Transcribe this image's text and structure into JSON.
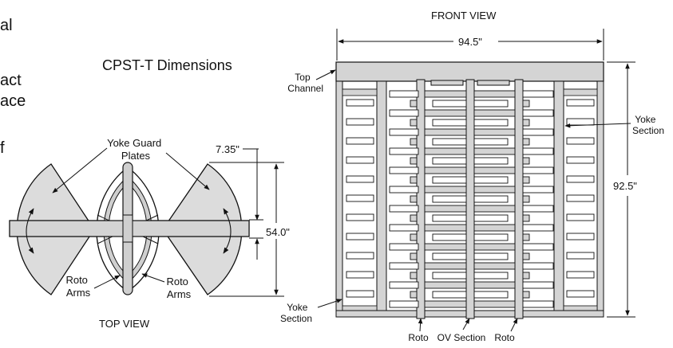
{
  "edge_text": [
    "al",
    "act",
    "ace",
    "f"
  ],
  "top_view": {
    "title": "CPST-T Dimensions",
    "caption": "TOP VIEW",
    "yoke_guard_label": [
      "Yoke Guard",
      "Plates"
    ],
    "dim_depth": "7.35\"",
    "dim_width": "54.0\"",
    "roto_arms_left": [
      "Roto",
      "Arms"
    ],
    "roto_arms_right": [
      "Roto",
      "Arms"
    ]
  },
  "front_view": {
    "title": "FRONT VIEW",
    "dim_width": "94.5\"",
    "dim_height": "92.5\"",
    "top_channel_label": [
      "Top",
      "Channel"
    ],
    "yoke_section_right": [
      "Yoke",
      "Section"
    ],
    "yoke_section_left": [
      "Yoke",
      "Section"
    ],
    "roto_left": "Roto",
    "ov_section": "OV Section",
    "roto_right": "Roto"
  },
  "colors": {
    "line": "#111111",
    "fill_light": "#dcdcdc",
    "fill_mid": "#cfcfcf",
    "background": "#ffffff"
  }
}
